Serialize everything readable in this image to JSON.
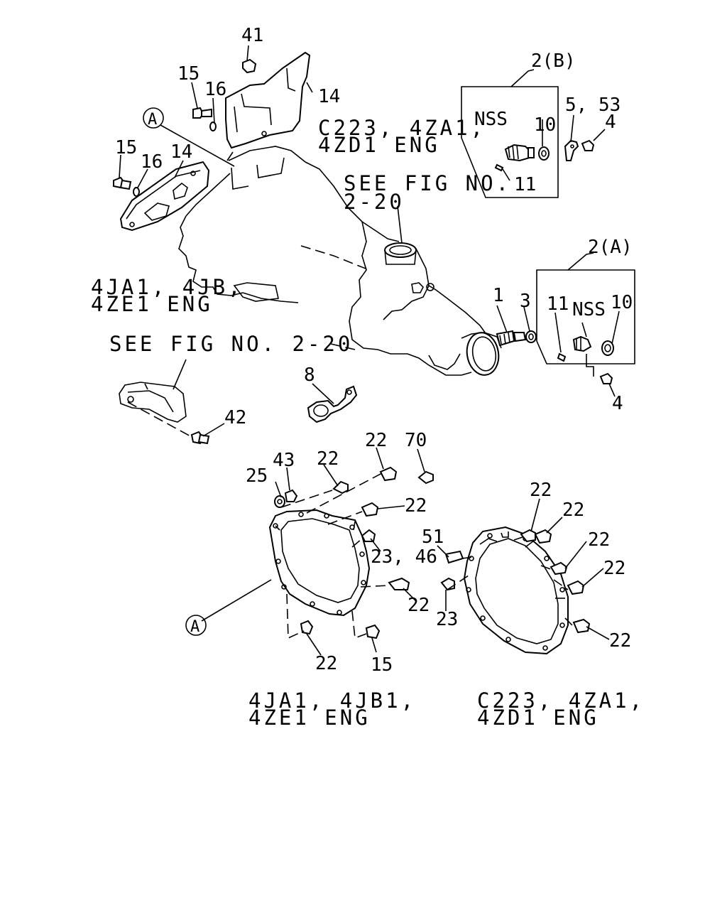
{
  "diagram": {
    "part_labels": {
      "p41": "41",
      "p15a": "15",
      "p16a": "16",
      "p14a": "14",
      "p15b": "15",
      "p16b": "16",
      "p14b": "14",
      "pA1": "A",
      "pA2": "A",
      "p2b": "2(B)",
      "pNSSb": "NSS",
      "p10b": "10",
      "p11b": "11",
      "p553": "5, 53",
      "p4a": "4",
      "p2a": "2(A)",
      "p11a": "11",
      "pNSSa": "NSS",
      "p10a": "10",
      "p4b": "4",
      "p1": "1",
      "p3": "3",
      "p8": "8",
      "p42": "42",
      "p25": "25",
      "p43": "43",
      "p22a": "22",
      "p22b": "22",
      "p70": "70",
      "p22c": "22",
      "p2346": "23, 46",
      "p22d": "22",
      "p22e": "22",
      "p15c": "15",
      "p51": "51",
      "p23": "23",
      "p22f": "22",
      "p22g": "22",
      "p22h": "22",
      "p22i": "22",
      "p22j": "22"
    },
    "captions": {
      "c223_top_1": "C223, 4ZA1,",
      "c223_top_2": "4ZD1 ENG",
      "see_fig_top_1": "SEE FIG NO.",
      "see_fig_top_2": "2-20",
      "jb_left_1": "4JA1, 4JB,",
      "jb_left_2": "4ZE1 ENG",
      "see_fig_left": "SEE FIG NO. 2-20",
      "jb1_bottom_1": "4JA1, 4JB1,",
      "jb1_bottom_2": "4ZE1 ENG",
      "c223_bottom_1": "C223, 4ZA1,",
      "c223_bottom_2": "4ZD1 ENG"
    }
  }
}
